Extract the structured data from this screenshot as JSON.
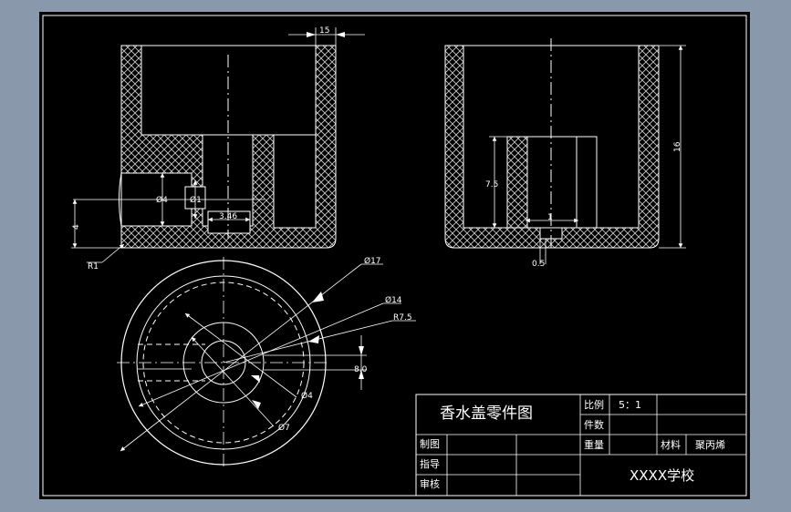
{
  "colors": {
    "outer_bg": "#8a98ab",
    "sheet": "#000000",
    "line": "#ffffff",
    "hatch": "#cfcfcf"
  },
  "dimensions": {
    "d15": "15",
    "d16": "16",
    "d7_5": "7.5",
    "d4_len": "4",
    "dia4_top": "Ø4",
    "dia1": "Ø1",
    "d3_46": "3.46",
    "r1": "R1",
    "d1_right": "1",
    "d0_5": "0.5",
    "dia17": "Ø17",
    "dia14": "Ø14",
    "r7_5": "R7.5",
    "dia4_bottom": "Ø4",
    "dia7": "Ø7",
    "d8": "8.0"
  },
  "title_block": {
    "drawing_title": "香水盖零件图",
    "scale_label": "比例",
    "scale_value": "5：1",
    "pieces_label": "件数",
    "weight_label": "重量",
    "material_label": "材料",
    "material_value": "聚丙烯",
    "drawn_by_label": "制图",
    "guided_by_label": "指导",
    "checked_by_label": "审核",
    "school": "XXXX学校"
  }
}
